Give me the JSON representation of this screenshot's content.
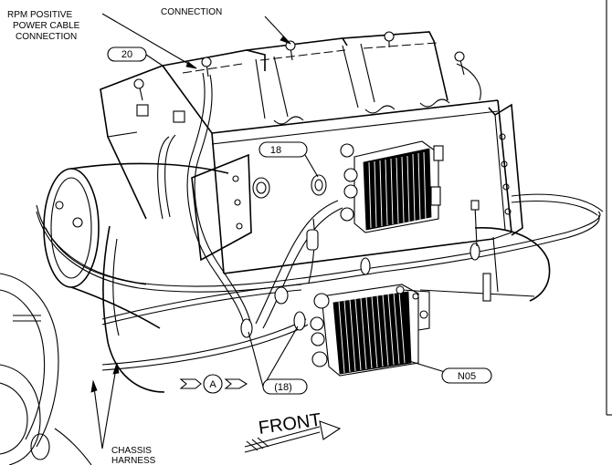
{
  "notes": {
    "rpm_line1": "RPM POSITIVE",
    "rpm_line2": "POWER CABLE",
    "rpm_line3": "CONNECTION",
    "top_connection": "CONNECTION",
    "chassis_line1": "CHASSIS",
    "chassis_line2": "HARNESS",
    "front": "FRONT"
  },
  "callouts": {
    "item_20": "20",
    "item_18_upper": "18",
    "item_18_lower": "(18)",
    "item_n05": "N05",
    "view_a": "A"
  }
}
